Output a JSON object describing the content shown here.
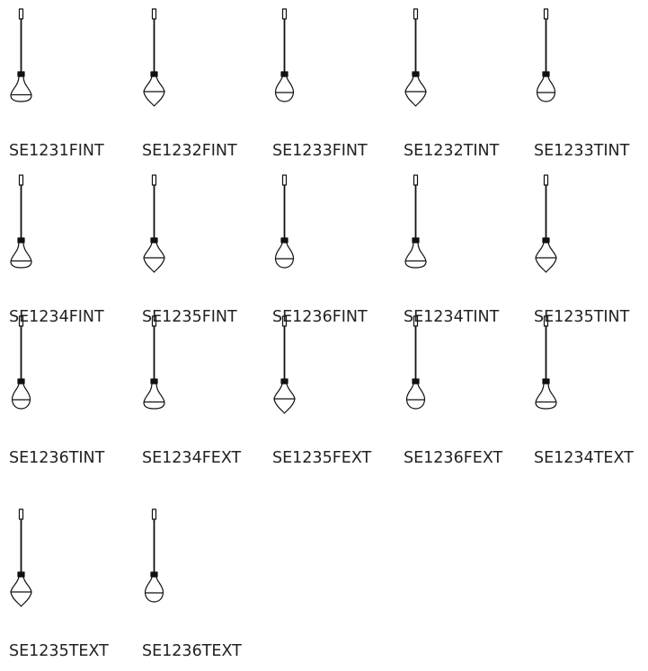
{
  "products": [
    {
      "code": "SE1231FINT",
      "shape": "flare-icon"
    },
    {
      "code": "SE1232FINT",
      "shape": "diamond-icon"
    },
    {
      "code": "SE1233FINT",
      "shape": "bulb-icon"
    },
    {
      "code": "SE1232TINT",
      "shape": "diamond-icon"
    },
    {
      "code": "SE1233TINT",
      "shape": "bulb-icon"
    },
    {
      "code": "SE1234FINT",
      "shape": "flare-icon"
    },
    {
      "code": "SE1235FINT",
      "shape": "diamond-icon"
    },
    {
      "code": "SE1236FINT",
      "shape": "bulb-icon"
    },
    {
      "code": "SE1234TINT",
      "shape": "flare-icon"
    },
    {
      "code": "SE1235TINT",
      "shape": "diamond-icon"
    },
    {
      "code": "SE1236TINT",
      "shape": "bulb-icon"
    },
    {
      "code": "SE1234FEXT",
      "shape": "flare-icon"
    },
    {
      "code": "SE1235FEXT",
      "shape": "diamond-icon"
    },
    {
      "code": "SE1236FEXT",
      "shape": "bulb-icon"
    },
    {
      "code": "SE1234TEXT",
      "shape": "flare-icon"
    },
    {
      "code": "SE1235TEXT",
      "shape": "diamond-icon"
    },
    {
      "code": "SE1236TEXT",
      "shape": "bulb-icon"
    }
  ]
}
